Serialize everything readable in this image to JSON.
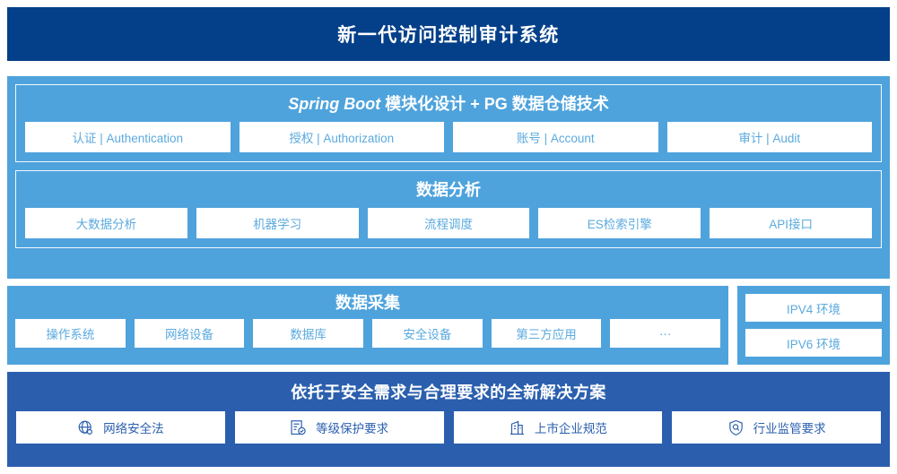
{
  "header": {
    "title": "新一代访问控制审计系统",
    "bg_color": "#044089"
  },
  "platform": {
    "bg_color": "#4FA3DC",
    "panels": [
      {
        "title_italic": "Spring Boot",
        "title_rest": " 模块化设计 + PG 数据仓储技术",
        "cards": [
          "认证 | Authentication",
          "授权 | Authorization",
          "账号 | Account",
          "审计 | Audit"
        ]
      },
      {
        "title_italic": "",
        "title_rest": "数据分析",
        "cards": [
          "大数据分析",
          "机器学习",
          "流程调度",
          "ES检索引擎",
          "API接口"
        ]
      }
    ]
  },
  "collection": {
    "bg_color": "#4FA3DC",
    "title": "数据采集",
    "cards": [
      "操作系统",
      "网络设备",
      "数据库",
      "安全设备",
      "第三方应用",
      "···"
    ],
    "environments": [
      "IPV4 环境",
      "IPV6 环境"
    ]
  },
  "compliance": {
    "bg_color": "#2B5FAE",
    "title": "依托于安全需求与合理要求的全新解决方案",
    "items": [
      {
        "icon": "globe-icon",
        "label": "网络安全法"
      },
      {
        "icon": "document-check-icon",
        "label": "等级保护要求"
      },
      {
        "icon": "building-icon",
        "label": "上市企业规范"
      },
      {
        "icon": "shield-search-icon",
        "label": "行业监管要求"
      }
    ]
  }
}
